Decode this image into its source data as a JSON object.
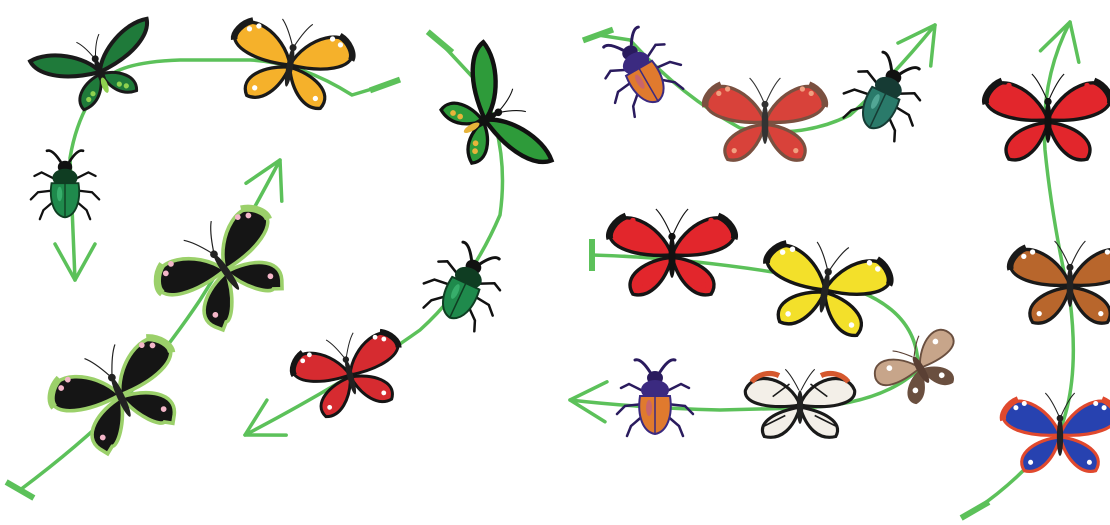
{
  "colors": {
    "path": "#5cc15a",
    "background": "#ffffff"
  },
  "icon_names": [
    "birdwing-butterfly-icon",
    "tiger-butterfly-icon",
    "scarab-beetle-icon",
    "swallowtail-butterfly-icon",
    "red-admiral-butterfly-icon",
    "glasswing-butterfly-icon",
    "yellow-sulphur-butterfly-icon",
    "moth-icon",
    "brown-admiral-butterfly-icon",
    "blue-red-butterfly-icon"
  ],
  "paths": [
    {
      "id": "path-1",
      "end": "arrow",
      "insects": [
        {
          "kind": "birdwing",
          "wing": "#1f7a3a",
          "wing2": "#1a1a1a",
          "body": "#1a1a1a",
          "spots": "#8fd14f"
        },
        {
          "kind": "butterfly",
          "wing": "#f5b12b",
          "wing2": "#1a1a1a",
          "body": "#222222",
          "spots": "#ffffff"
        },
        {
          "kind": "beetle",
          "wing": "#1f8a4c",
          "wing2": "#0f3d22",
          "body": "#111111",
          "spots": "#4fd18a"
        }
      ]
    },
    {
      "id": "path-2",
      "end": "arrow",
      "insects": [
        {
          "kind": "swallowtail",
          "wing": "#151515",
          "wing2": "#9bd06a",
          "body": "#222222",
          "spots": "#f3b6c8"
        },
        {
          "kind": "swallowtail",
          "wing": "#151515",
          "wing2": "#9bd06a",
          "body": "#222222",
          "spots": "#f3b6c8"
        }
      ]
    },
    {
      "id": "path-3",
      "end": "arrow",
      "insects": [
        {
          "kind": "birdwing",
          "wing": "#2e9b3a",
          "wing2": "#111111",
          "body": "#111111",
          "spots": "#e7b43a"
        },
        {
          "kind": "beetle",
          "wing": "#1f8a4c",
          "wing2": "#0f3d22",
          "body": "#111111",
          "spots": "#4fd18a"
        },
        {
          "kind": "butterfly",
          "wing": "#d62b30",
          "wing2": "#151515",
          "body": "#222222",
          "spots": "#ffffff"
        }
      ]
    },
    {
      "id": "path-4",
      "end": "arrow",
      "insects": [
        {
          "kind": "beetle",
          "wing": "#e07a2e",
          "wing2": "#3b2a80",
          "body": "#2a1b5e",
          "spots": "#b14fa8"
        },
        {
          "kind": "butterfly",
          "wing": "#d8423a",
          "wing2": "#7a5040",
          "body": "#333333",
          "spots": "#f0a080"
        },
        {
          "kind": "beetle",
          "wing": "#2a7a6a",
          "wing2": "#163b34",
          "body": "#111111",
          "spots": "#7ad1c0"
        }
      ]
    },
    {
      "id": "path-5",
      "end": "arrow",
      "insects": [
        {
          "kind": "butterfly",
          "wing": "#e2262c",
          "wing2": "#151515",
          "body": "#111111",
          "spots": "#e2262c"
        },
        {
          "kind": "butterfly",
          "wing": "#f3e02a",
          "wing2": "#151515",
          "body": "#222222",
          "spots": "#ffffff"
        },
        {
          "kind": "moth",
          "wing": "#c7a58a",
          "wing2": "#6a4f3f",
          "body": "#5a4034",
          "spots": "#ffffff"
        },
        {
          "kind": "glasswing",
          "wing": "#f3efe8",
          "wing2": "#1a1a1a",
          "body": "#222222",
          "spots": "#d5582e"
        },
        {
          "kind": "beetle",
          "wing": "#e07a2e",
          "wing2": "#3b2a80",
          "body": "#2a1b5e",
          "spots": "#b14fa8"
        }
      ]
    },
    {
      "id": "path-6",
      "end": "arrow",
      "insects": [
        {
          "kind": "butterfly",
          "wing": "#e2262c",
          "wing2": "#151515",
          "body": "#111111",
          "spots": "#e2262c"
        },
        {
          "kind": "butterfly",
          "wing": "#b8662c",
          "wing2": "#1a1a1a",
          "body": "#222222",
          "spots": "#ffffff"
        },
        {
          "kind": "butterfly",
          "wing": "#2742b0",
          "wing2": "#e0492e",
          "body": "#222222",
          "spots": "#ffffff"
        }
      ]
    }
  ]
}
